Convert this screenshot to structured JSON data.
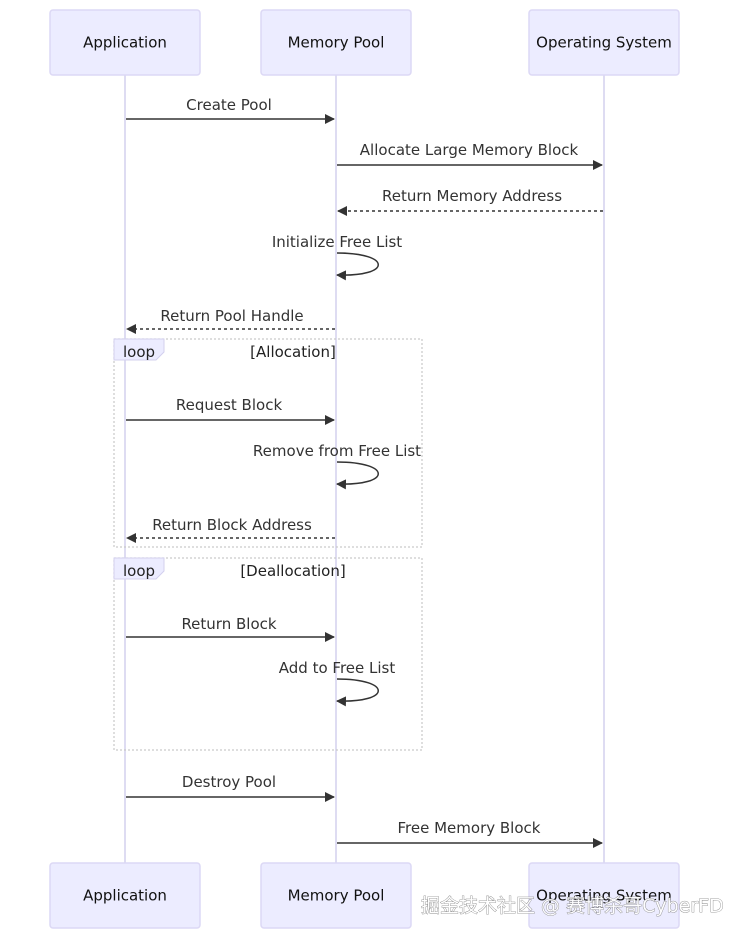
{
  "diagram": {
    "actors": [
      {
        "id": "app",
        "label": "Application"
      },
      {
        "id": "pool",
        "label": "Memory Pool"
      },
      {
        "id": "os",
        "label": "Operating System"
      }
    ],
    "messages": [
      {
        "from": "app",
        "to": "pool",
        "text": "Create Pool",
        "style": "solid"
      },
      {
        "from": "pool",
        "to": "os",
        "text": "Allocate Large Memory Block",
        "style": "solid"
      },
      {
        "from": "os",
        "to": "pool",
        "text": "Return Memory Address",
        "style": "dashed"
      },
      {
        "from": "pool",
        "to": "pool",
        "text": "Initialize Free List",
        "style": "self"
      },
      {
        "from": "pool",
        "to": "app",
        "text": "Return Pool Handle",
        "style": "dashed"
      },
      {
        "from": "app",
        "to": "pool",
        "text": "Request Block",
        "style": "solid"
      },
      {
        "from": "pool",
        "to": "pool",
        "text": "Remove from Free List",
        "style": "self"
      },
      {
        "from": "pool",
        "to": "app",
        "text": "Return Block Address",
        "style": "dashed"
      },
      {
        "from": "app",
        "to": "pool",
        "text": "Return Block",
        "style": "solid"
      },
      {
        "from": "pool",
        "to": "pool",
        "text": "Add to Free List",
        "style": "self"
      },
      {
        "from": "app",
        "to": "pool",
        "text": "Destroy Pool",
        "style": "solid"
      },
      {
        "from": "pool",
        "to": "os",
        "text": "Free Memory Block",
        "style": "solid"
      }
    ],
    "loops": [
      {
        "keyword": "loop",
        "condition": "[Allocation]"
      },
      {
        "keyword": "loop",
        "condition": "[Deallocation]"
      }
    ]
  },
  "watermark": "掘金技术社区 @ 赛博杀哥CyberFD",
  "colors": {
    "actor_fill": "#ECECFF",
    "actor_border": "#dcd8f5",
    "lifeline": "#d3d0ee",
    "message": "#333333"
  }
}
